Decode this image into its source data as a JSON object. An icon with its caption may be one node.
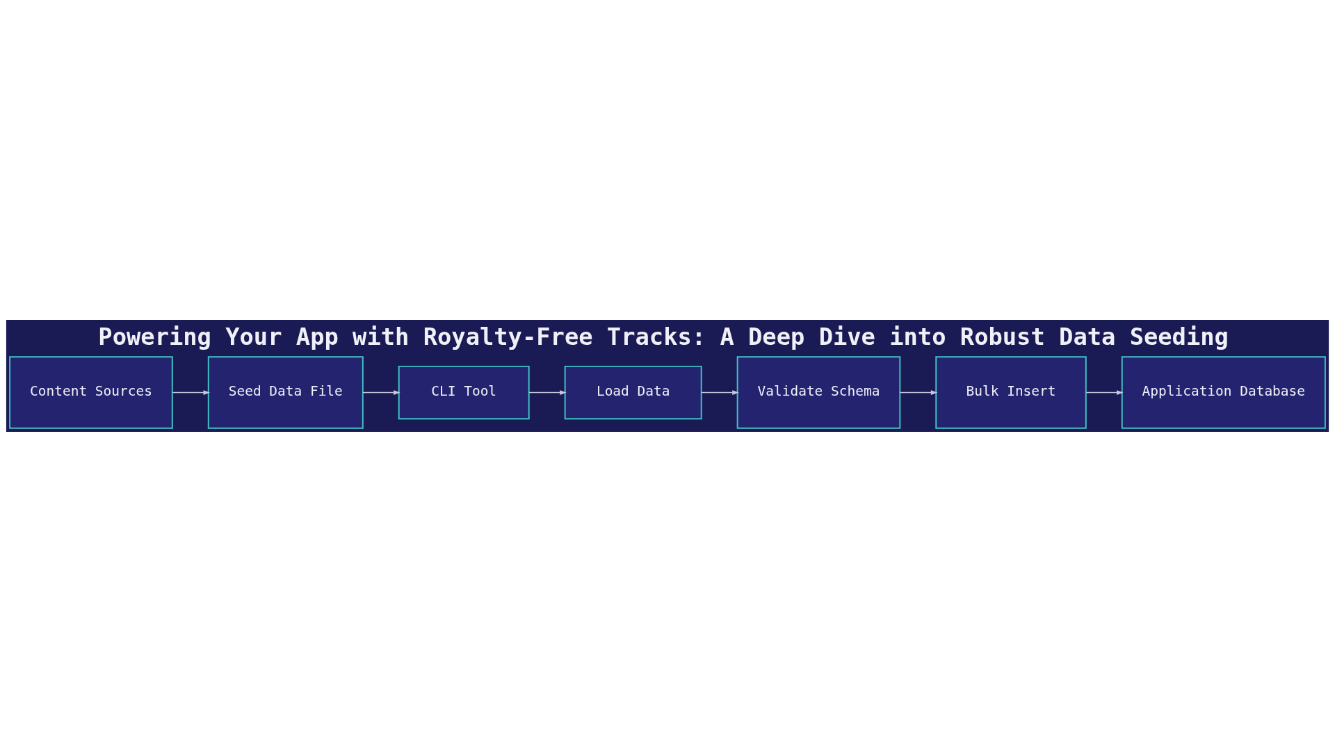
{
  "diagram": {
    "title": "Powering Your App with Royalty-Free Tracks: A Deep Dive into Robust Data Seeding",
    "nodes": [
      {
        "text": [
          "Content Sources"
        ]
      },
      {
        "text": [
          "Seed Data File"
        ]
      },
      {
        "text": [
          "CLI Tool"
        ]
      },
      {
        "text": [
          "Load Data"
        ]
      },
      {
        "text": [
          "Validate Schema"
        ]
      },
      {
        "text": [
          "Bulk Insert"
        ]
      },
      {
        "text": [
          "Application Database"
        ]
      }
    ],
    "edges": [
      {
        "from": 0,
        "to": 1,
        "arrow": "to"
      },
      {
        "from": 1,
        "to": 2,
        "arrow": "to"
      },
      {
        "from": 2,
        "to": 3,
        "arrow": "to"
      },
      {
        "from": 3,
        "to": 4,
        "arrow": "to"
      },
      {
        "from": 4,
        "to": 5,
        "arrow": "to"
      },
      {
        "from": 5,
        "to": 6,
        "arrow": "to"
      }
    ]
  }
}
